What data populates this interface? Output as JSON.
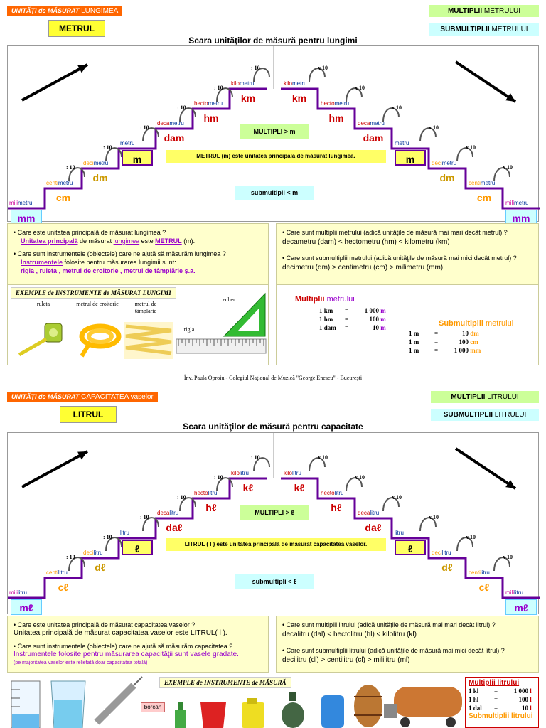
{
  "s1": {
    "tag_it": "UNITĂŢI de MĂSURAT",
    "tag_rest": "LUNGIMEA",
    "unit": "METRUL",
    "mult_b": "MULTIPLII",
    "mult_r": "METRULUI",
    "sub_b": "SUBMULTIPLII",
    "sub_r": "METRULUI",
    "title": "Scara unităţilor de măsură pentru lungimi",
    "steps_left": [
      {
        "pfx": "mili",
        "base": "metru",
        "sym": "mm",
        "div": ""
      },
      {
        "pfx": "centi",
        "base": "metru",
        "sym": "cm",
        "div": ": 10"
      },
      {
        "pfx": "deci",
        "base": "metru",
        "sym": "dm",
        "div": ": 10"
      },
      {
        "pfx": "",
        "base": "metru",
        "sym": "m",
        "div": ": 10"
      },
      {
        "pfx": "deca",
        "base": "metru",
        "sym": "dam",
        "div": ": 10"
      },
      {
        "pfx": "hecto",
        "base": "metru",
        "sym": "hm",
        "div": ": 10"
      },
      {
        "pfx": "kilo",
        "base": "metru",
        "sym": "km",
        "div": ": 10"
      }
    ],
    "steps_right": [
      {
        "pfx": "kilo",
        "base": "metru",
        "sym": "km",
        "mul": "x 10"
      },
      {
        "pfx": "hecto",
        "base": "metru",
        "sym": "hm",
        "mul": "x 10"
      },
      {
        "pfx": "deca",
        "base": "metru",
        "sym": "dam",
        "mul": "x 10"
      },
      {
        "pfx": "",
        "base": "metru",
        "sym": "m",
        "mul": "x 10"
      },
      {
        "pfx": "deci",
        "base": "metru",
        "sym": "dm",
        "mul": "x 10"
      },
      {
        "pfx": "centi",
        "base": "metru",
        "sym": "cm",
        "mul": "x 10"
      },
      {
        "pfx": "mili",
        "base": "metru",
        "sym": "mm",
        "mul": ""
      }
    ],
    "multipli_banner": "MULTIPLI  > m",
    "principal_banner": "METRUL (m) este unitatea principală de măsurat lungimea.",
    "submultipli_banner": "submultipli  < m",
    "q1": "Care este unitatea principală de măsurat lungimea ?",
    "a1_a": "Unitatea principală",
    "a1_b": "de măsurat",
    "a1_c": "lungimea",
    "a1_d": "este",
    "a1_e": "METRUL",
    "a1_f": "(m).",
    "q2": "Care sunt instrumentele (obiectele) care ne ajută să măsurăm lungimea ?",
    "a2_a": "Instrumentele",
    "a2_b": "folosite pentru măsurarea lungimii sunt:",
    "a2_list": "rigla ,  ruleta ,  metrul de croitorie ,  metrul de tâmplărie  ş.a.",
    "ex_banner": "EXEMPLE de INSTRUMENTE de MĂSURAT LUNGIMI",
    "tools": [
      "ruleta",
      "metrul de croitorie",
      "metrul de tâmplărie",
      "rigla",
      "echer"
    ],
    "rq1": "Care sunt multiplii metrului (adică unităţile de măsură mai mari decât metrul) ?",
    "ra1": "decametru (dam)  <  hectometru (hm)  <  kilometru (km)",
    "rq2": "Care sunt submultiplii metrului (adică unităţile de măsură mai mici decât metrul) ?",
    "ra2": "decimetru (dm)  >  centimetru (cm)  >  milimetru (mm)",
    "mult_title_a": "Multiplii",
    "mult_title_b": "metrului",
    "mult_rows": [
      {
        "a": "1 km",
        "eq": "=",
        "b": "1 000",
        "u": "m"
      },
      {
        "a": "1 hm",
        "eq": "=",
        "b": "100",
        "u": "m"
      },
      {
        "a": "1 dam",
        "eq": "=",
        "b": "10",
        "u": "m"
      }
    ],
    "sub_title_a": "Submultiplii",
    "sub_title_b": "metrului",
    "sub_rows": [
      {
        "a": "1 m",
        "eq": "=",
        "b": "10",
        "u": "dm"
      },
      {
        "a": "1 m",
        "eq": "=",
        "b": "100",
        "u": "cm"
      },
      {
        "a": "1 m",
        "eq": "=",
        "b": "1 000",
        "u": "mm"
      }
    ]
  },
  "footer": "Înv. Paula Oproiu - Colegiul Naţional de Muzică \"George Enescu\" - Bucureşti",
  "s2": {
    "tag_it": "UNITĂŢI de MĂSURAT",
    "tag_rest": "CAPACITATEA vaselor",
    "unit": "LITRUL",
    "mult_b": "MULTIPLII",
    "mult_r": "LITRULUI",
    "sub_b": "SUBMULTIPLII",
    "sub_r": "LITRULUI",
    "title": "Scara unităţilor de măsură pentru capacitate",
    "steps_left": [
      {
        "pfx": "mili",
        "base": "litru",
        "sym": "mℓ",
        "div": ""
      },
      {
        "pfx": "centi",
        "base": "litru",
        "sym": "cℓ",
        "div": ": 10"
      },
      {
        "pfx": "deci",
        "base": "litru",
        "sym": "dℓ",
        "div": ": 10"
      },
      {
        "pfx": "",
        "base": "litru",
        "sym": "ℓ",
        "div": ": 10"
      },
      {
        "pfx": "deca",
        "base": "litru",
        "sym": "daℓ",
        "div": ": 10"
      },
      {
        "pfx": "hecto",
        "base": "litru",
        "sym": "hℓ",
        "div": ": 10"
      },
      {
        "pfx": "kilo",
        "base": "litru",
        "sym": "kℓ",
        "div": ": 10"
      }
    ],
    "steps_right": [
      {
        "pfx": "kilo",
        "base": "litru",
        "sym": "kℓ",
        "mul": "x 10"
      },
      {
        "pfx": "hecto",
        "base": "litru",
        "sym": "hℓ",
        "mul": "x 10"
      },
      {
        "pfx": "deca",
        "base": "litru",
        "sym": "daℓ",
        "mul": "x 10"
      },
      {
        "pfx": "",
        "base": "litru",
        "sym": "ℓ",
        "mul": "x 10"
      },
      {
        "pfx": "deci",
        "base": "litru",
        "sym": "dℓ",
        "mul": "x 10"
      },
      {
        "pfx": "centi",
        "base": "litru",
        "sym": "cℓ",
        "mul": "x 10"
      },
      {
        "pfx": "mili",
        "base": "litru",
        "sym": "mℓ",
        "mul": ""
      }
    ],
    "multipli_banner": "MULTIPLI  > ℓ",
    "principal_banner": "LITRUL ( l ) este unitatea principală de măsurat capacitatea vaselor.",
    "submultipli_banner": "submultipli  < ℓ",
    "q1": "Care este unitatea principală de măsurat capacitatea vaselor ?",
    "a1": "Unitatea principală de măsurat capacitatea vaselor este LITRUL( l ).",
    "q2": "Care sunt instrumentele (obiectele) care ne ajută să măsurăm capacitatea ?",
    "a2": "Instrumentele folosite pentru măsurarea capacităţii sunt vasele gradate.",
    "a2_note": "(pe majoritatea vaselor este reliefată doar capacitatea totală)",
    "rq1": "Care sunt multiplii litrului (adică unităţile de măsură mai mari decât litrul) ?",
    "ra1": "decalitru (dal)  <  hectolitru (hl)  <  kilolitru (kl)",
    "rq2": "Care sunt submultiplii litrului (adică unităţile de măsură mai mici decât litrul) ?",
    "ra2": "decilitru (dl)  >  centilitru (cl)  >  mililitru (ml)",
    "ex_banner": "EXEMPLE de INSTRUMENTE de MĂSURĂ",
    "borcan": "borcan",
    "mult_title": "Multiplii litrului",
    "mult_rows": [
      {
        "a": "1 kl",
        "eq": "=",
        "b": "1 000",
        "u": "l"
      },
      {
        "a": "1 hl",
        "eq": "=",
        "b": "100",
        "u": "l"
      },
      {
        "a": "1 dal",
        "eq": "=",
        "b": "10",
        "u": "l"
      }
    ],
    "sub_title": "Submultiplii litrului"
  },
  "colors": {
    "accent_orange": "#ff6600",
    "stair_purple": "#660099",
    "red": "#cc0000",
    "orange": "#ff9900",
    "violet": "#9900cc"
  }
}
